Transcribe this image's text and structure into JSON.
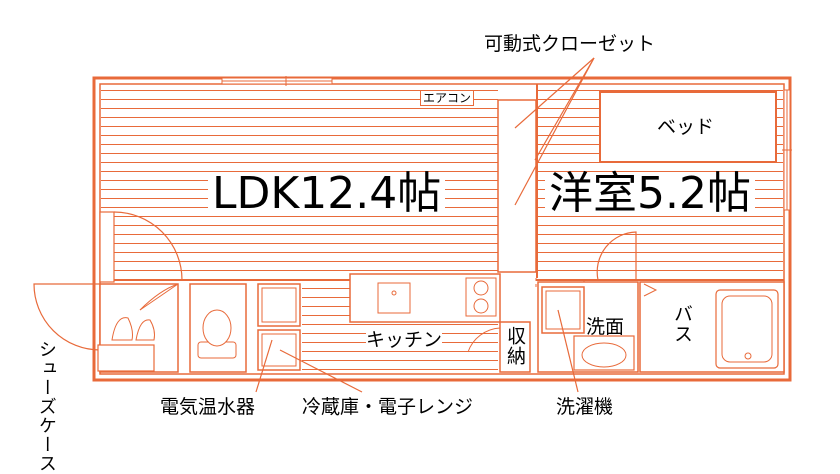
{
  "labels": {
    "movable_closet": "可動式クローゼット",
    "aircon": "エアコン",
    "bed": "ベッド",
    "ldk": "LDK12.4帖",
    "western_room": "洋室5.2帖",
    "kitchen": "キッチン",
    "storage": "収納",
    "washbasin": "洗面",
    "bath": "バス",
    "shoe_case": "シューズケース",
    "water_heater": "電気温水器",
    "fridge_microwave": "冷蔵庫・電子レンジ",
    "washing_machine": "洗濯機"
  },
  "colors": {
    "line": "#e86a3a",
    "fill": "#ffffff"
  }
}
